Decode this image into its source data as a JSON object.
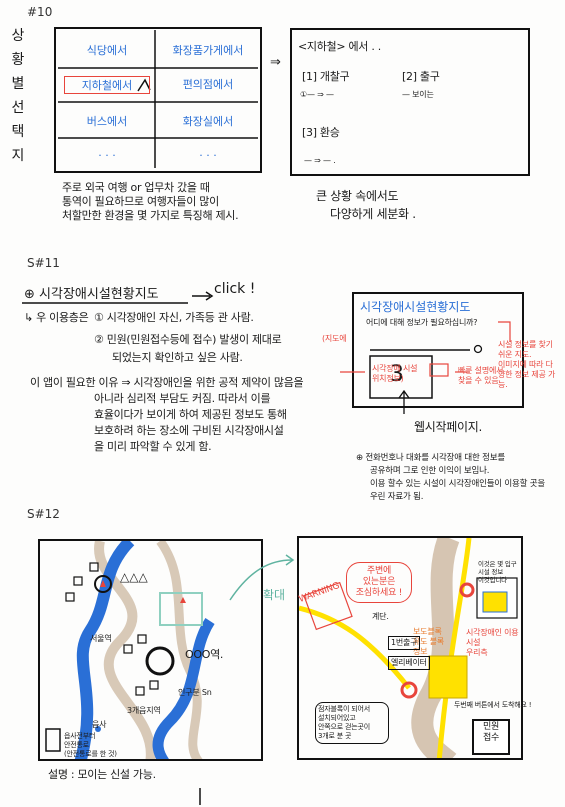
{
  "s10": {
    "label": "#10",
    "vertical_title": [
      "상",
      "황",
      "별",
      "선",
      "택",
      "지"
    ],
    "grid": {
      "cells": [
        "식당에서",
        "화장품가게에서",
        "지하철에서",
        "편의점에서",
        "버스에서",
        "화장실에서"
      ],
      "more": ". . ."
    },
    "arrow": "⇒",
    "detail": {
      "title": "<지하철> 에서 . .",
      "option1": "[1] 개찰구",
      "option2": "[2] 출구",
      "option1_flow": "①— ⇒ —",
      "option2_flow": "— 보이는",
      "option3": "[3] 환승",
      "option3_flow": "— ⇒ — ."
    },
    "note_left": [
      "주로 외국 여행 or 업무차 갔을 때",
      "통역이 필요하므로 여행자들이 많이",
      "처할만한 환경을 몇 가지로 특징해 제시."
    ],
    "note_right": [
      "큰 상황 속에서도",
      "다양하게 세분화 ."
    ]
  },
  "s11": {
    "label": "S#11",
    "heading": "⊕ 시각장애시설현황지도",
    "click": "click !",
    "reasons_intro": "↳ 우 이용층은",
    "reason1": "① 시각장애인 자신, 가족등 관 사람.",
    "reason2": "② 민원(민원접수등에 접수) 발생이 제대로",
    "reason2b": "되었는지 확인하고 싶은 사람.",
    "why": [
      "이 앱이 필요한 이유 ⇒ 시각장애인을 위한 공적 제약이 많음을",
      "아니라 심리적 부담도 커짐. 따라서 이를",
      "효율이다가 보이게 하여 제공된 정보도 통해",
      "보호하려 하는 장소에 구비된 시각장애시설",
      "을 미리 파악할 수 있게 함."
    ],
    "app": {
      "title": "시각장애시설현황지도",
      "subtitle": "어디에 대해 정보가 필요하십니까?",
      "annot_left1": "(지도에",
      "annot_left2": "시각장애 시설",
      "annot_left3": "위치정보)",
      "annot_right": "시설 정보를 찾기 쉬운 지도.",
      "annot_right2": "이미지에 따라 다양한 정보 제공 가능.",
      "annot_mid": "빠른 설명에서 찾을 수 있음.",
      "map_glyph": "3"
    },
    "web_first": "웹시작페이지.",
    "bottom_note": [
      "⊕ 전화번호나 대화를 시각장애 대한 정보를",
      "공유하며 그로 인한 이익이 보임나.",
      "이용 할수 있는 시설이 시각장애인들이 이용할 곳을",
      "우린 자료가 됨."
    ]
  },
  "s12": {
    "label": "S#12",
    "left": {
      "triangle_label": "△△△",
      "ooo_label": "OOO역.",
      "station": "서울역",
      "side_label": "인구분 Sn",
      "district": "3개읍지역",
      "legend_title": "읍사",
      "legend_lines": [
        "읍사전부터",
        "안전통로",
        "(안전통로를 한 것)"
      ],
      "footnote": "설명 : 모이는 신설 가능."
    },
    "expand": "확대",
    "right": {
      "warning": "WARNING",
      "red_bubble": [
        "주변에",
        "있는분은",
        "조심하세요 !"
      ],
      "boxes": [
        "1번출구",
        "계단.",
        "엘리베이터"
      ],
      "orange_notes": [
        "보도블록",
        "유도 블록",
        "정보",
        "시각장애인 이용시설",
        "우리측"
      ],
      "bottom_box": [
        "점자블록이 되어서",
        "설치되어있고",
        "안쪽으로 걷는곳이",
        "3개로 분 곳"
      ],
      "call_box": [
        "민원",
        "접수"
      ],
      "right_note": "두번째 버튼에서 도착해요 !",
      "card": [
        "이것은 몇 입구",
        "시설 정보",
        "이것입니다"
      ]
    }
  },
  "colors": {
    "accent_blue": "#2a6fd6",
    "accent_red": "#e8453c",
    "accent_yellow": "#ffe100",
    "road_brown": "#c8b29a"
  }
}
